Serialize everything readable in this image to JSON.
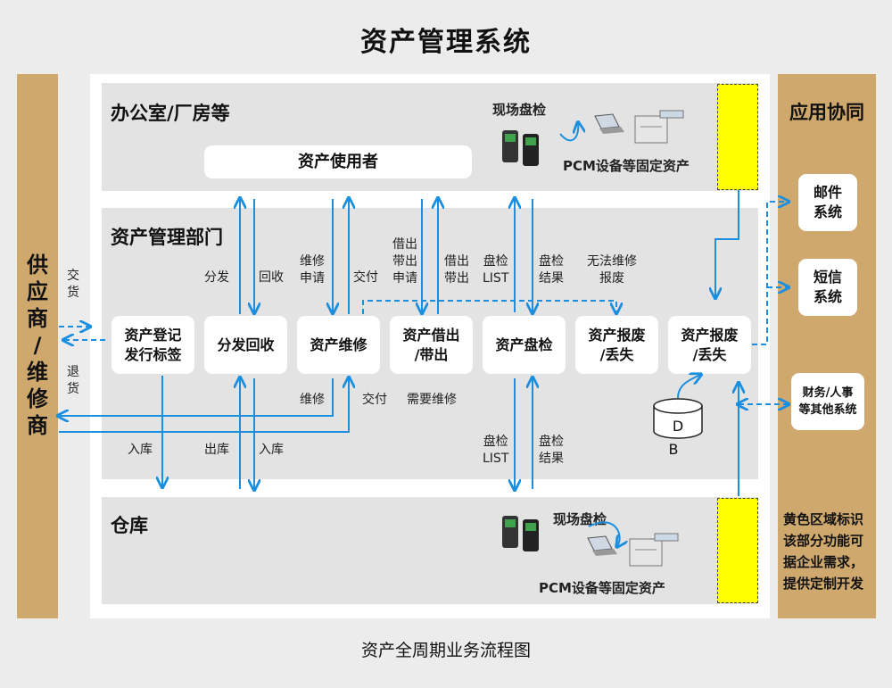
{
  "title": "资产管理系统",
  "caption": "资产全周期业务流程图",
  "left_sidebar": {
    "label": "供应商/维修商",
    "chars": [
      "供",
      "应",
      "商",
      "/",
      "维",
      "修",
      "商"
    ]
  },
  "right_sidebar": {
    "title": "应用协同",
    "items": [
      "邮件\n系统",
      "短信\n系统",
      "财务/人事\n等其他系统"
    ],
    "note": "黄色区域标识\n该部分功能可\n据企业需求，\n提供定制开发"
  },
  "zones": {
    "office": {
      "title": "办公室/厂房等",
      "user_box": "资产使用者",
      "check": "现场盘检",
      "devices": "PCM设备等固定资产"
    },
    "dept": {
      "title": "资产管理部门"
    },
    "warehouse": {
      "title": "仓库",
      "check": "现场盘检",
      "devices": "PCM设备等固定资产"
    }
  },
  "process_boxes": [
    "资产登记\n发行标签",
    "分发回收",
    "资产维修",
    "资产借出\n/带出",
    "资产盘检",
    "资产报废\n/丢失",
    "资产报废\n/丢失"
  ],
  "flow_labels": {
    "supplier_deliver": "交\n货",
    "supplier_return": "退\n货",
    "distribute": "分发",
    "recycle": "回收",
    "repair_request": "维修\n申请",
    "deliver_use": "交付",
    "borrow_request": "借出\n带出\n申请",
    "borrow_out": "借出\n带出",
    "check_list": "盘检\nLIST",
    "check_result": "盘检\n结果",
    "cannot_repair": "无法维修\n报废",
    "repair": "维修",
    "deliver_back": "交付",
    "need_repair": "需要维修",
    "stock_in_1": "入库",
    "stock_out": "出库",
    "stock_in_2": "入库",
    "check_list_2": "盘检\nLIST",
    "check_result_2": "盘检\n结果"
  },
  "database": {
    "label": "D",
    "sub": "B"
  },
  "colors": {
    "arrow": "#1a8fe0",
    "sidebar": "#cfa86d",
    "highlight": "#ffff00"
  }
}
